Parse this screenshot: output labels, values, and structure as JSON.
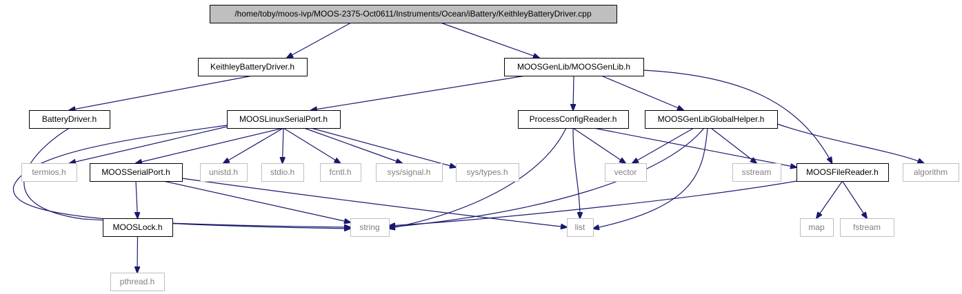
{
  "colors": {
    "edge": "#191970",
    "root_fill": "#bfbfbf",
    "documented_border": "#000000",
    "external_border": "#bfbfbf",
    "external_text": "#7f7f7f"
  },
  "nodes": [
    {
      "id": "root",
      "label": "/home/toby/moos-ivp/MOOS-2375-Oct0611/Instruments/Ocean/iBattery/KeithleyBatteryDriver.cpp",
      "kind": "root"
    },
    {
      "id": "kbd_h",
      "label": "KeithleyBatteryDriver.h",
      "kind": "doc"
    },
    {
      "id": "moosgenlib",
      "label": "MOOSGenLib/MOOSGenLib.h",
      "kind": "doc"
    },
    {
      "id": "batterydriver",
      "label": "BatteryDriver.h",
      "kind": "doc"
    },
    {
      "id": "linuxserial",
      "label": "MOOSLinuxSerialPort.h",
      "kind": "doc"
    },
    {
      "id": "processconfig",
      "label": "ProcessConfigReader.h",
      "kind": "doc"
    },
    {
      "id": "globalhelper",
      "label": "MOOSGenLibGlobalHelper.h",
      "kind": "doc"
    },
    {
      "id": "termios",
      "label": "termios.h",
      "kind": "ext"
    },
    {
      "id": "serialport",
      "label": "MOOSSerialPort.h",
      "kind": "doc"
    },
    {
      "id": "unistd",
      "label": "unistd.h",
      "kind": "ext"
    },
    {
      "id": "stdio",
      "label": "stdio.h",
      "kind": "ext"
    },
    {
      "id": "fcntl",
      "label": "fcntl.h",
      "kind": "ext"
    },
    {
      "id": "signal",
      "label": "sys/signal.h",
      "kind": "ext"
    },
    {
      "id": "types",
      "label": "sys/types.h",
      "kind": "ext"
    },
    {
      "id": "vector",
      "label": "vector",
      "kind": "ext"
    },
    {
      "id": "sstream",
      "label": "sstream",
      "kind": "ext"
    },
    {
      "id": "filereader",
      "label": "MOOSFileReader.h",
      "kind": "doc"
    },
    {
      "id": "algorithm",
      "label": "algorithm",
      "kind": "ext"
    },
    {
      "id": "mooslock",
      "label": "MOOSLock.h",
      "kind": "doc"
    },
    {
      "id": "string",
      "label": "string",
      "kind": "ext"
    },
    {
      "id": "list",
      "label": "list",
      "kind": "ext"
    },
    {
      "id": "map",
      "label": "map",
      "kind": "ext"
    },
    {
      "id": "fstream",
      "label": "fstream",
      "kind": "ext"
    },
    {
      "id": "pthread",
      "label": "pthread.h",
      "kind": "ext"
    }
  ],
  "edges": [
    [
      "root",
      "kbd_h"
    ],
    [
      "root",
      "moosgenlib"
    ],
    [
      "kbd_h",
      "batterydriver"
    ],
    [
      "batterydriver",
      "string"
    ],
    [
      "moosgenlib",
      "linuxserial"
    ],
    [
      "moosgenlib",
      "processconfig"
    ],
    [
      "moosgenlib",
      "globalhelper"
    ],
    [
      "moosgenlib",
      "filereader"
    ],
    [
      "linuxserial",
      "termios"
    ],
    [
      "linuxserial",
      "serialport"
    ],
    [
      "linuxserial",
      "unistd"
    ],
    [
      "linuxserial",
      "stdio"
    ],
    [
      "linuxserial",
      "fcntl"
    ],
    [
      "linuxserial",
      "signal"
    ],
    [
      "linuxserial",
      "types"
    ],
    [
      "linuxserial",
      "string"
    ],
    [
      "serialport",
      "mooslock"
    ],
    [
      "serialport",
      "string"
    ],
    [
      "serialport",
      "list"
    ],
    [
      "mooslock",
      "pthread"
    ],
    [
      "processconfig",
      "string"
    ],
    [
      "processconfig",
      "list"
    ],
    [
      "processconfig",
      "vector"
    ],
    [
      "processconfig",
      "filereader"
    ],
    [
      "globalhelper",
      "vector"
    ],
    [
      "globalhelper",
      "sstream"
    ],
    [
      "globalhelper",
      "algorithm"
    ],
    [
      "globalhelper",
      "string"
    ],
    [
      "globalhelper",
      "list"
    ],
    [
      "filereader",
      "string"
    ],
    [
      "filereader",
      "map"
    ],
    [
      "filereader",
      "fstream"
    ]
  ]
}
